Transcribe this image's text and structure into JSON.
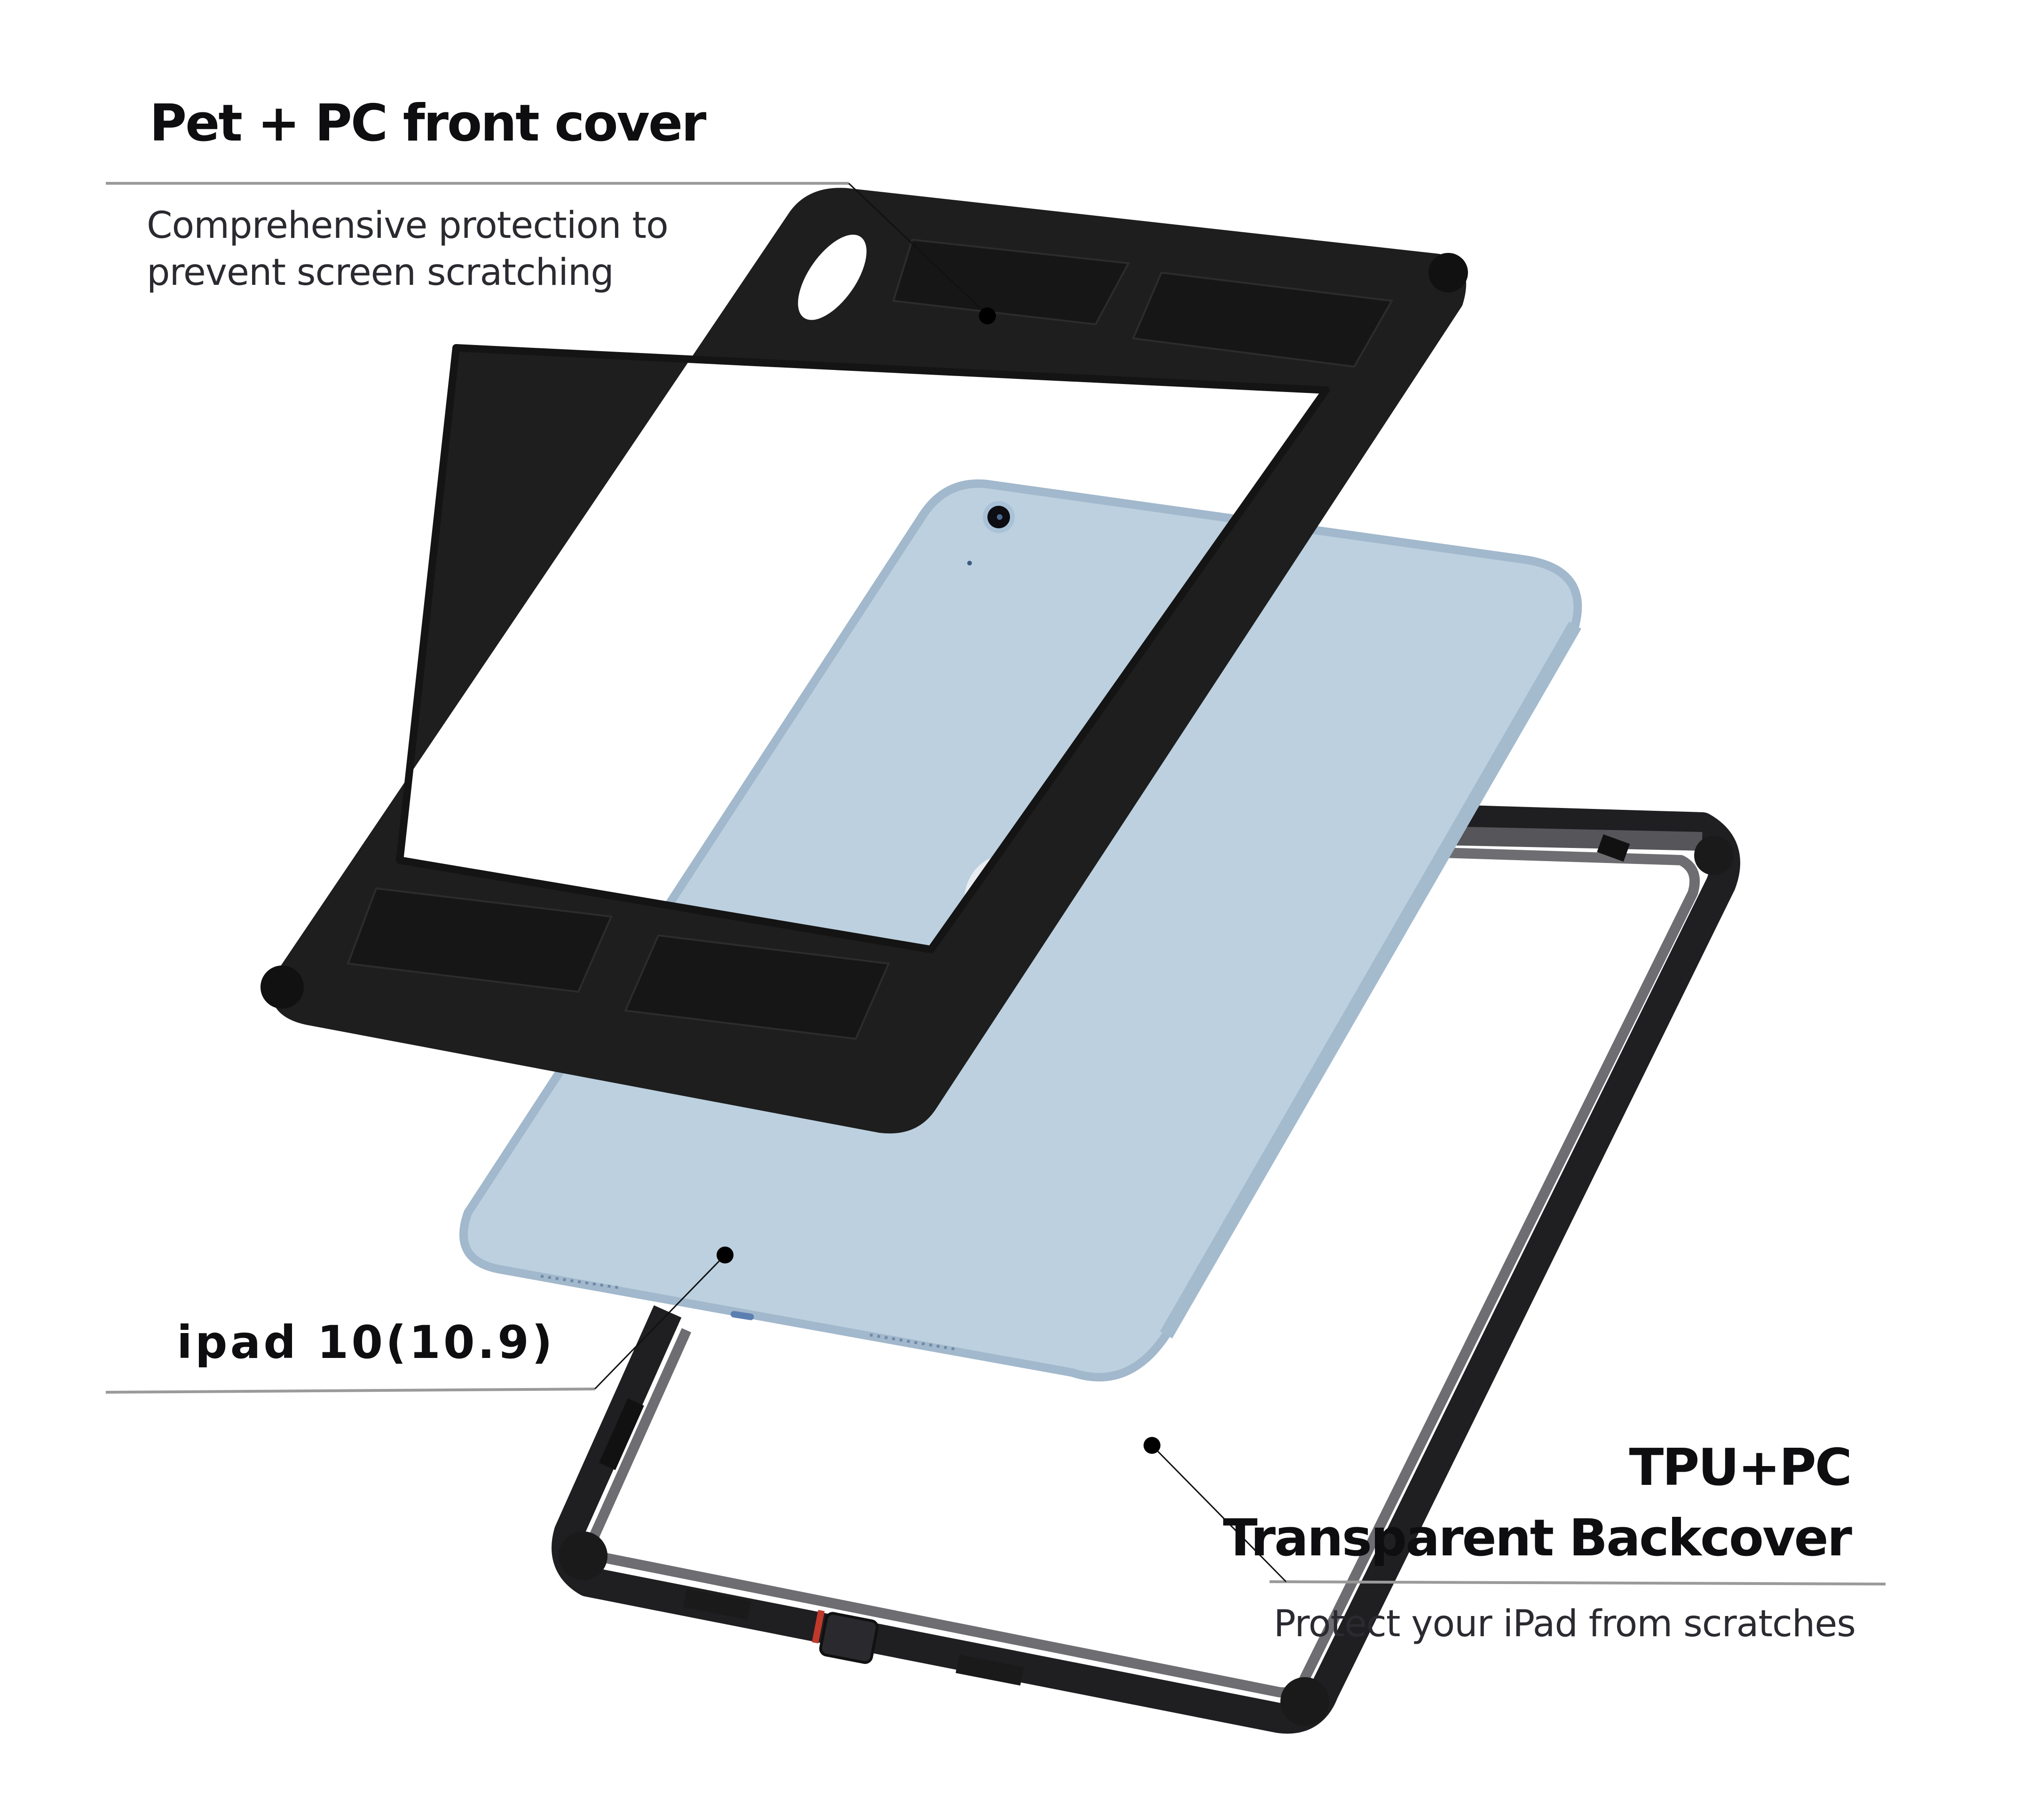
{
  "diagram": {
    "type": "exploded product view",
    "subject": "iPad protective case components",
    "components": [
      {
        "id": "front_cover",
        "title": "Pet + PC front cover",
        "description_lines": [
          "Comprehensive protection to",
          "prevent screen scratching"
        ],
        "color": "#1e1e1e"
      },
      {
        "id": "ipad",
        "title": "ipad 10(10.9)",
        "color": "#bcd0df"
      },
      {
        "id": "back_cover",
        "title_lines": [
          "TPU+PC",
          "Transparent Backcover"
        ],
        "description": "Protect your iPad from scratches",
        "color": "#2b2b2e"
      }
    ]
  },
  "colors": {
    "background": "#ffffff",
    "text": "#0e0e10",
    "leader_line": "#9a9a9a",
    "front_cover": "#1e1e1e",
    "ipad_body": "#bcd0df",
    "ipad_edge": "#a2b8cc",
    "back_cover_frame": "#2b2b2e",
    "back_cover_inner": "#6b6b70"
  }
}
